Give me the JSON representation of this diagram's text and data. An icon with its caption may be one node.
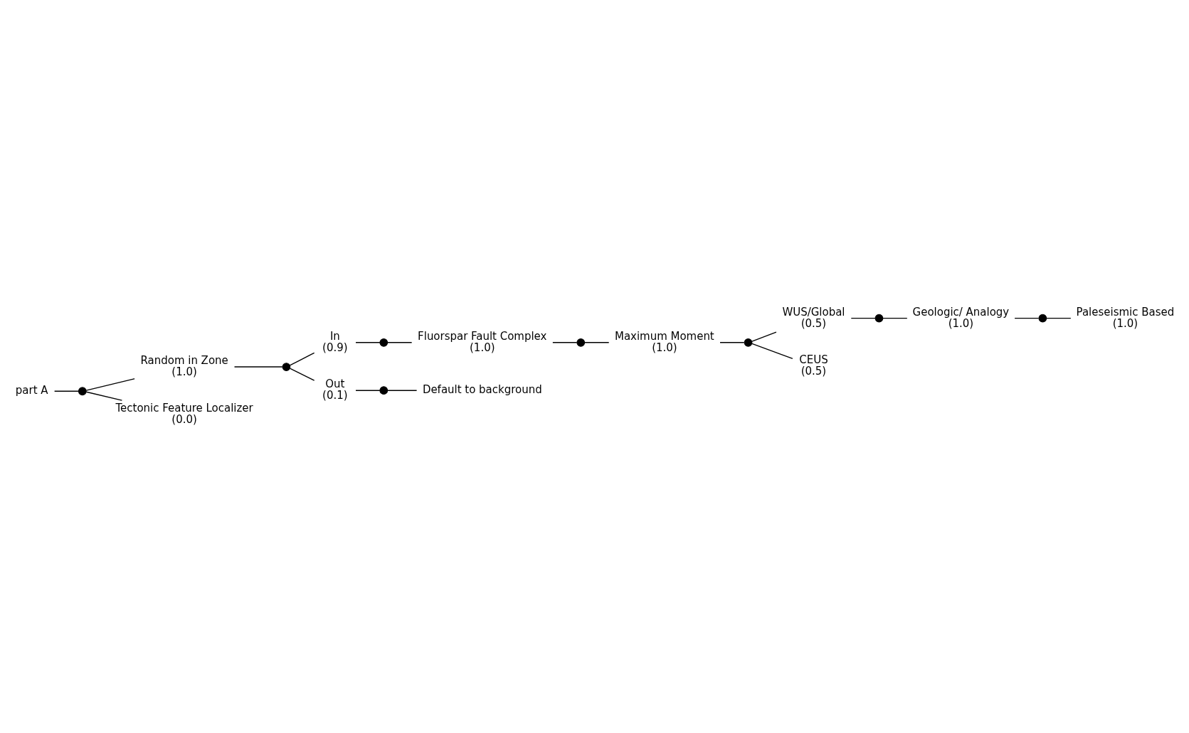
{
  "diagram": {
    "nodes": [
      {
        "text": [
          "part A"
        ]
      },
      {
        "text": [],
        "shape": "circle"
      },
      {
        "text": [
          "Random in Zone",
          "(1.0)"
        ]
      },
      {
        "text": [
          "Tectonic Feature Localizer",
          "(0.0)"
        ]
      },
      {
        "text": [],
        "shape": "circle"
      },
      {
        "text": [
          "In",
          "(0.9)"
        ]
      },
      {
        "text": [
          "Out",
          "(0.1)"
        ]
      },
      {
        "text": [],
        "shape": "circle"
      },
      {
        "text": [
          "Fluorspar Fault Complex",
          "(1.0)"
        ]
      },
      {
        "text": [],
        "shape": "circle"
      },
      {
        "text": [
          "Maximum Moment",
          "(1.0)"
        ]
      },
      {
        "text": [],
        "shape": "circle"
      },
      {
        "text": [
          "WUS/Global",
          "(0.5)"
        ]
      },
      {
        "text": [
          "CEUS",
          "(0.5)"
        ]
      },
      {
        "text": [],
        "shape": "circle"
      },
      {
        "text": [
          "Geologic/ Analogy",
          "(1.0)"
        ]
      },
      {
        "text": [],
        "shape": "circle"
      },
      {
        "text": [
          "Paleseismic Based",
          "(1.0)"
        ]
      },
      {
        "text": [],
        "shape": "circle"
      },
      {
        "text": [
          "Default to background"
        ]
      }
    ],
    "edges": [
      {
        "from": 0,
        "to": 1,
        "arrow": "none"
      },
      {
        "from": 1,
        "to": 2,
        "arrow": "none"
      },
      {
        "from": 1,
        "to": 3,
        "arrow": "none"
      },
      {
        "from": 2,
        "to": 4,
        "arrow": "none"
      },
      {
        "from": 4,
        "to": 5,
        "arrow": "none"
      },
      {
        "from": 4,
        "to": 6,
        "arrow": "none"
      },
      {
        "from": 5,
        "to": 7,
        "arrow": "none"
      },
      {
        "from": 7,
        "to": 8,
        "arrow": "none"
      },
      {
        "from": 8,
        "to": 9,
        "arrow": "none"
      },
      {
        "from": 9,
        "to": 10,
        "arrow": "none"
      },
      {
        "from": 10,
        "to": 11,
        "arrow": "none"
      },
      {
        "from": 11,
        "to": 12,
        "arrow": "none"
      },
      {
        "from": 11,
        "to": 13,
        "arrow": "none"
      },
      {
        "from": 12,
        "to": 14,
        "arrow": "none"
      },
      {
        "from": 14,
        "to": 15,
        "arrow": "none"
      },
      {
        "from": 15,
        "to": 16,
        "arrow": "none"
      },
      {
        "from": 16,
        "to": 17,
        "arrow": "none"
      },
      {
        "from": 6,
        "to": 18,
        "arrow": "none"
      },
      {
        "from": 18,
        "to": 19,
        "arrow": "none"
      }
    ]
  }
}
